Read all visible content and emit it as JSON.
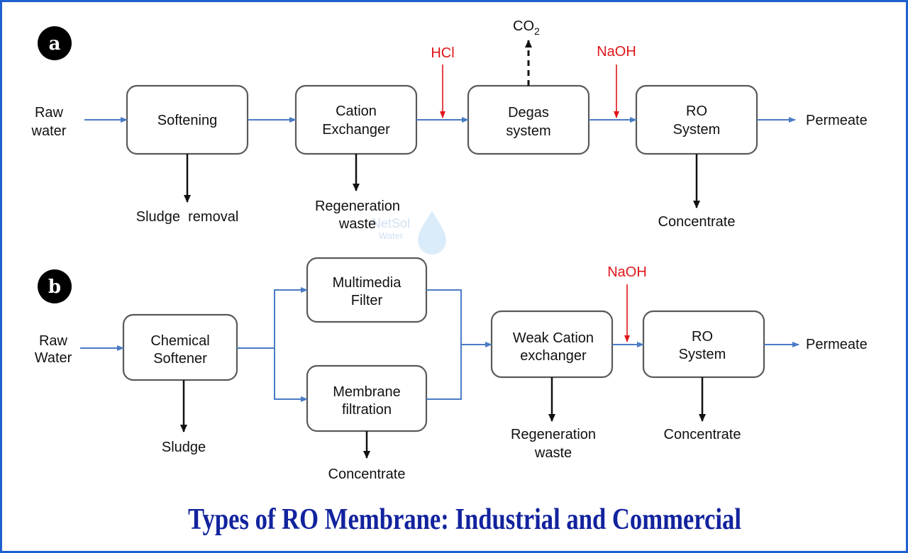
{
  "diagram_a": {
    "badge": "a",
    "input": [
      "Raw",
      "water"
    ],
    "softening": "Softening",
    "cation": [
      "Cation",
      "Exchanger"
    ],
    "degas": [
      "Degas",
      "system"
    ],
    "ro": [
      "RO",
      "System"
    ],
    "hcl": "HCl",
    "naoh": "NaOH",
    "co2": "CO",
    "co2_sub": "2",
    "permeate": "Permeate",
    "sludge": "Sludge  removal",
    "regen": [
      "Regeneration",
      "waste"
    ],
    "concentrate": "Concentrate"
  },
  "diagram_b": {
    "badge": "b",
    "input": [
      "Raw",
      "Water"
    ],
    "chemical": [
      "Chemical",
      "Softener"
    ],
    "multimedia": [
      "Multimedia",
      "Filter"
    ],
    "membrane": [
      "Membrane",
      "filtration"
    ],
    "weak": [
      "Weak Cation",
      "exchanger"
    ],
    "ro": [
      "RO",
      "System"
    ],
    "naoh": "NaOH",
    "permeate": "Permeate",
    "sludge": "Sludge",
    "membrane_conc": "Concentrate",
    "regen": [
      "Regeneration",
      "waste"
    ],
    "ro_conc": "Concentrate"
  },
  "watermark": [
    "NetSol",
    "Water"
  ],
  "title": "Types of RO Membrane: Industrial and Commercial",
  "colors": {
    "border": "#1f5fcf",
    "flow": "#4a7bc4",
    "chemical": "#e0161a",
    "title": "#12239e"
  }
}
